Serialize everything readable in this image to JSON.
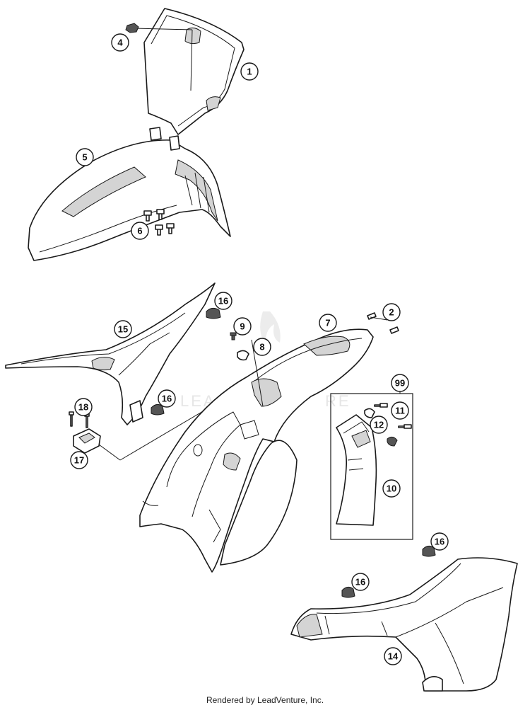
{
  "watermark": {
    "left": "LEA",
    "right": "RE"
  },
  "footer": {
    "text": "Rendered by LeadVenture, Inc."
  },
  "callouts": {
    "c1": "1",
    "c2": "2",
    "c4": "4",
    "c5": "5",
    "c6": "6",
    "c7": "7",
    "c8": "8",
    "c9": "9",
    "c10": "10",
    "c11": "11",
    "c12": "12",
    "c14": "14",
    "c15": "15",
    "c16a": "16",
    "c16b": "16",
    "c16c": "16",
    "c16d": "16",
    "c17": "17",
    "c18": "18",
    "c99": "99"
  }
}
